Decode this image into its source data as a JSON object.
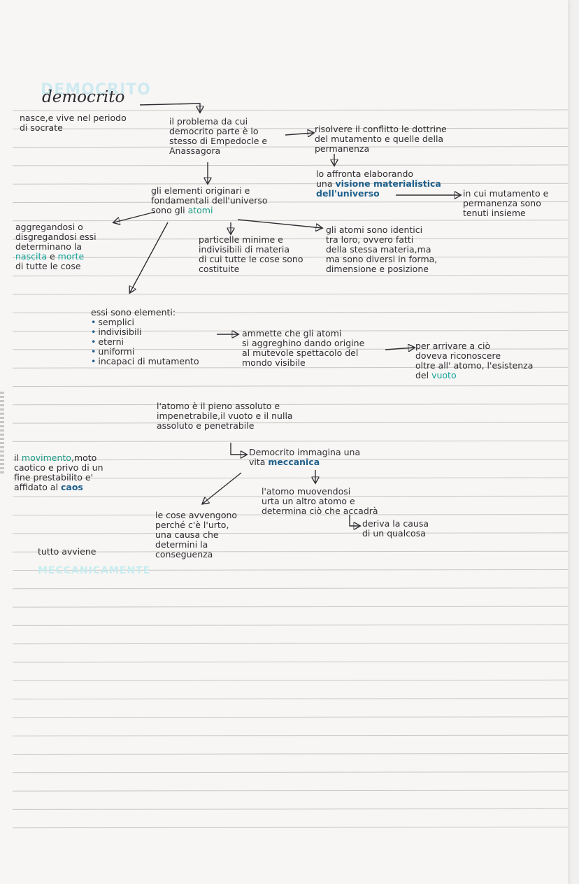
{
  "colors": {
    "ink": "#2e2e33",
    "accent_blue": "#1f5f8c",
    "accent_teal": "#12a39a",
    "rule": "#c9c7c4"
  },
  "title": "democrito",
  "birth": [
    "nasce,e vive nel periodo",
    "di socrate"
  ],
  "problem": [
    "il problema da cui",
    "democrito parte è lo",
    "stesso di Empedocle e",
    "Anassagora"
  ],
  "resolve": [
    "risolvere il conflitto le dottrine",
    "del mutamento e quelle della",
    "permanenza"
  ],
  "vision": {
    "pre": "lo affronta elaborando",
    "mid_pre": "una ",
    "mid_hl": "visione materialistica",
    "post_hl": "dell'universo"
  },
  "in_cui": [
    "in cui mutamento e",
    "permanenza sono",
    "tenuti insieme"
  ],
  "elements": {
    "l1": "gli elementi originari e",
    "l2": "fondamentali dell'universo",
    "l3_pre": "sono gli ",
    "l3_hl": "atomi"
  },
  "aggregation": {
    "l1": "aggregandosi o",
    "l2": "disgregandosi essi",
    "l3": "determinano la",
    "l4_hl1": "nascita",
    "l4_mid": " e ",
    "l4_hl2": "morte",
    "l5": "di tutte le cose"
  },
  "particles": [
    "particelle minime e",
    "indivisibili di materia",
    "di cui tutte le cose sono",
    "costituite"
  ],
  "identical": [
    "gli atomi sono identici",
    "tra loro, ovvero fatti",
    "della stessa materia,ma",
    "ma sono diversi in forma,",
    "dimensione e posizione"
  ],
  "props_heading": "essi sono elementi:",
  "props": [
    "semplici",
    "indivisibili",
    "eterni",
    "uniformi",
    "incapaci di mutamento"
  ],
  "aggregate": [
    "ammette che gli atomi",
    "si aggreghino dando origine",
    "al mutevole spettacolo del",
    "mondo visibile"
  ],
  "void": {
    "l1": "per arrivare a ciò",
    "l2": "doveva riconoscere",
    "l3": "oltre all' atomo, l'esistenza",
    "l4_pre": "del ",
    "l4_hl": "vuoto"
  },
  "atom_full": [
    "l'atomo è il pieno assoluto e",
    "impenetrabile,il vuoto e il nulla",
    "assoluto e penetrabile"
  ],
  "mech_vision": {
    "pre": "Democrito immagina una",
    "l2_pre": "vita ",
    "l2_hl": "meccanica"
  },
  "movement": {
    "l1_pre": "il ",
    "l1_hl": "movimento",
    "l1_post": ",moto",
    "l2": "caotico e privo di un",
    "l3": "fine prestabilito e'",
    "l4_pre": "affidato al ",
    "l4_hl": "caos"
  },
  "collision": [
    "l'atomo muovendosi",
    "urta un altro atomo e",
    "determina ciò che accadrà"
  ],
  "cause_deriv": [
    "deriva la causa",
    "di un qualcosa"
  ],
  "things": [
    "le cose avvengono",
    "perché c'è l'urto,",
    "una causa che",
    "determini la",
    "conseguenza"
  ],
  "everything": "tutto avviene"
}
